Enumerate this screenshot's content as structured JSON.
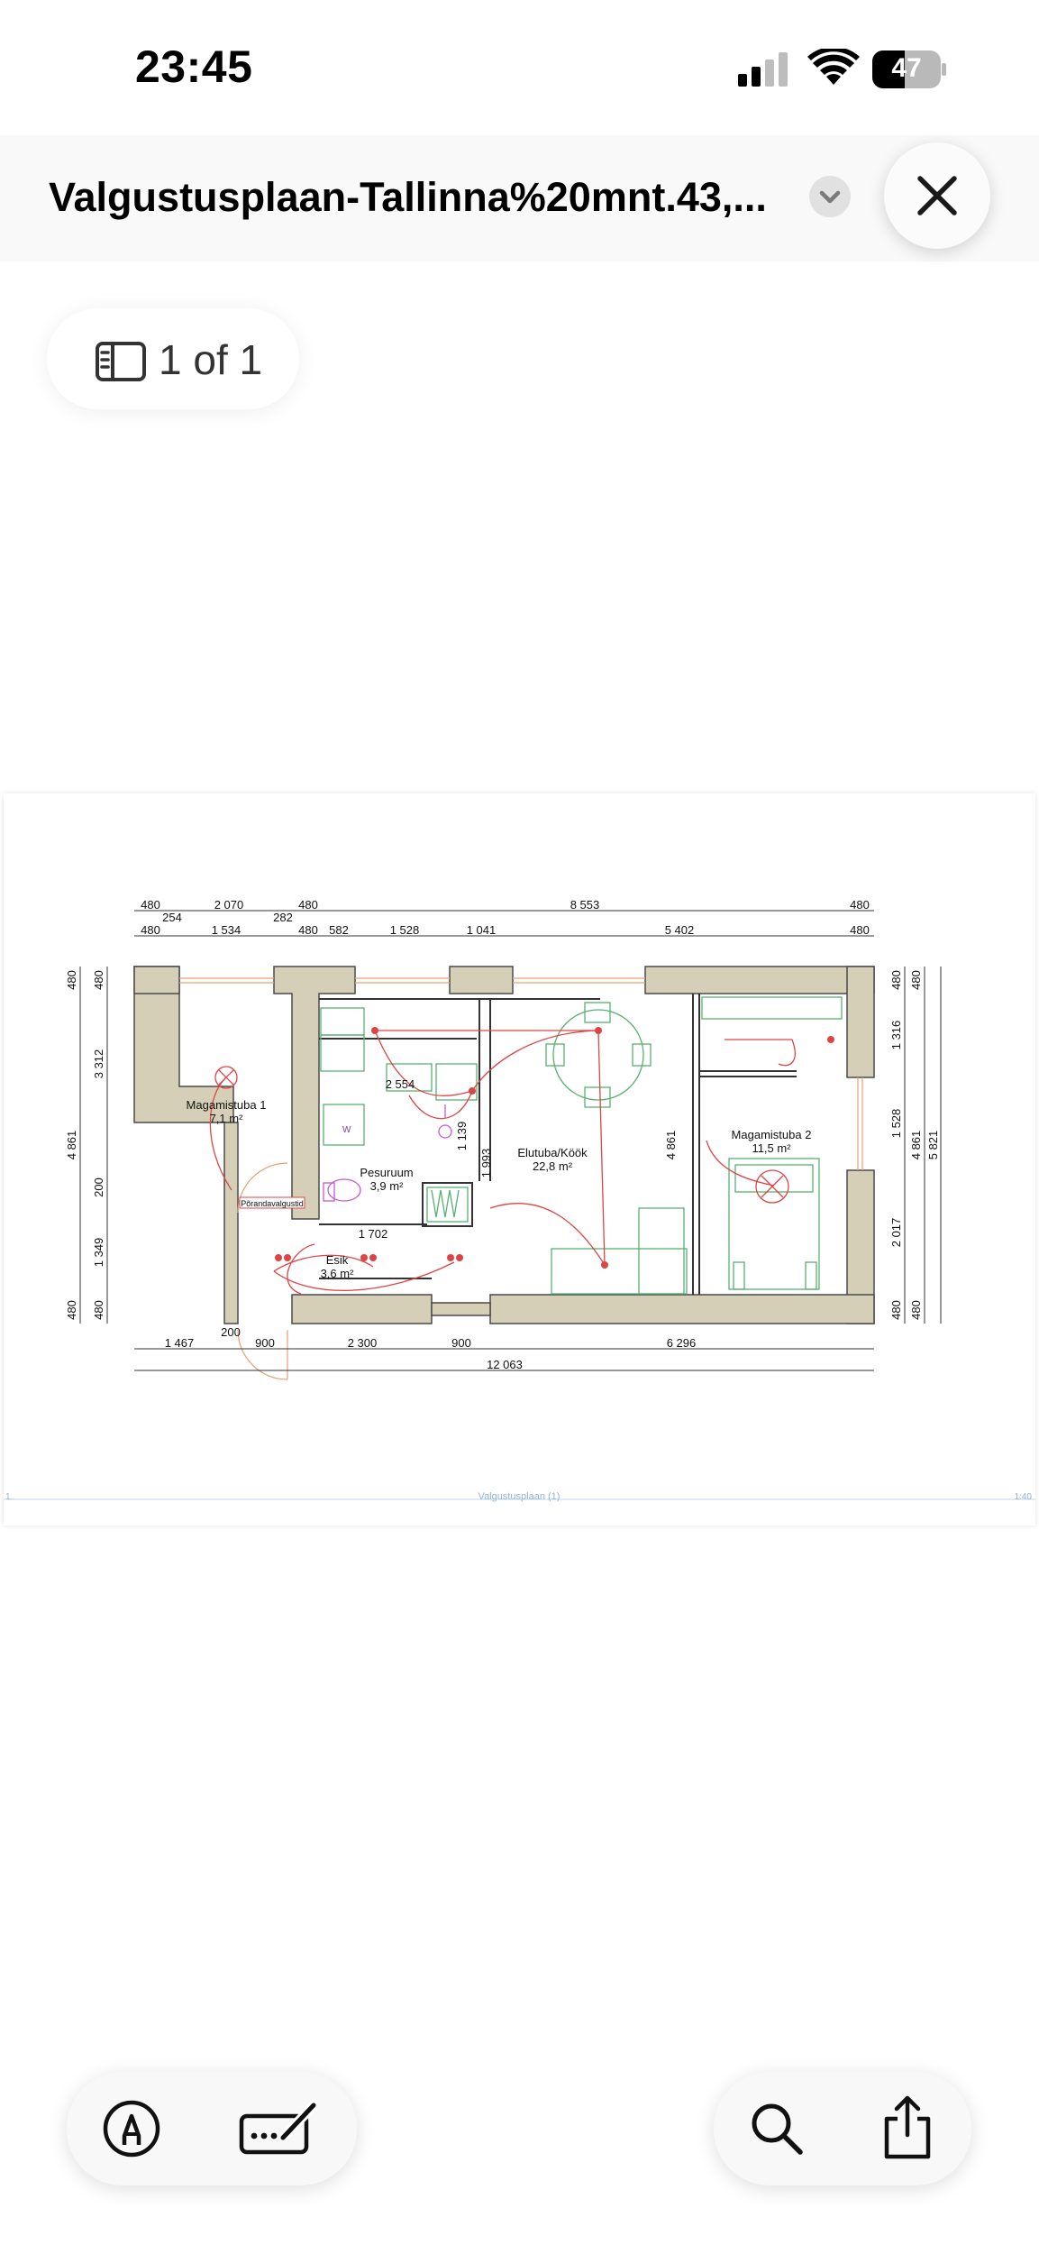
{
  "status_bar": {
    "time": "23:45",
    "battery": "47"
  },
  "header": {
    "title": "Valgustusplaan-Tallinna%20mnt.43,...",
    "close_label": "Close"
  },
  "page_counter": "1 of 1",
  "plan": {
    "footer_left": "1.",
    "footer_center": "Valgustusplaan (1)",
    "footer_right": "1:40",
    "rooms": [
      {
        "name": "Magamistuba 1",
        "area": "7,1 m²"
      },
      {
        "name": "Pesuruum",
        "area": "3,9 m²"
      },
      {
        "name": "Elutuba/Köök",
        "area": "22,8 m²"
      },
      {
        "name": "Magamistuba 2",
        "area": "11,5 m²"
      },
      {
        "name": "Esik",
        "area": "3,6 m²"
      }
    ],
    "labels": {
      "porandavalgustid": "Põrandavalgustid",
      "wc": "W"
    },
    "top_dims_row1": [
      "480",
      "254",
      "2 070",
      "282",
      "480",
      "8 553",
      "480"
    ],
    "top_dims_row2": [
      "480",
      "1 534",
      "480",
      "582",
      "1 528",
      "1 041",
      "5 402",
      "480"
    ],
    "bottom_dims_row1": [
      "1 467",
      "200",
      "900",
      "2 300",
      "900",
      "6 296"
    ],
    "bottom_total": "12 063",
    "left_dims_outer": [
      "480",
      "4 861",
      "480"
    ],
    "left_dims_inner": [
      "480",
      "3 312",
      "200",
      "1 349",
      "480"
    ],
    "right_dims_inner": [
      "480",
      "1 316",
      "1 528",
      "2 017",
      "480"
    ],
    "right_dims_outer": [
      "480",
      "4 861",
      "480"
    ],
    "right_total": "5 821",
    "interior_dims": [
      "2 554",
      "1 139",
      "1 993",
      "1 702",
      "4 861"
    ]
  },
  "toolbar": {
    "markup_icon": "markup-pen-icon",
    "signature_icon": "signature-icon",
    "search_icon": "search-icon",
    "share_icon": "share-icon"
  }
}
